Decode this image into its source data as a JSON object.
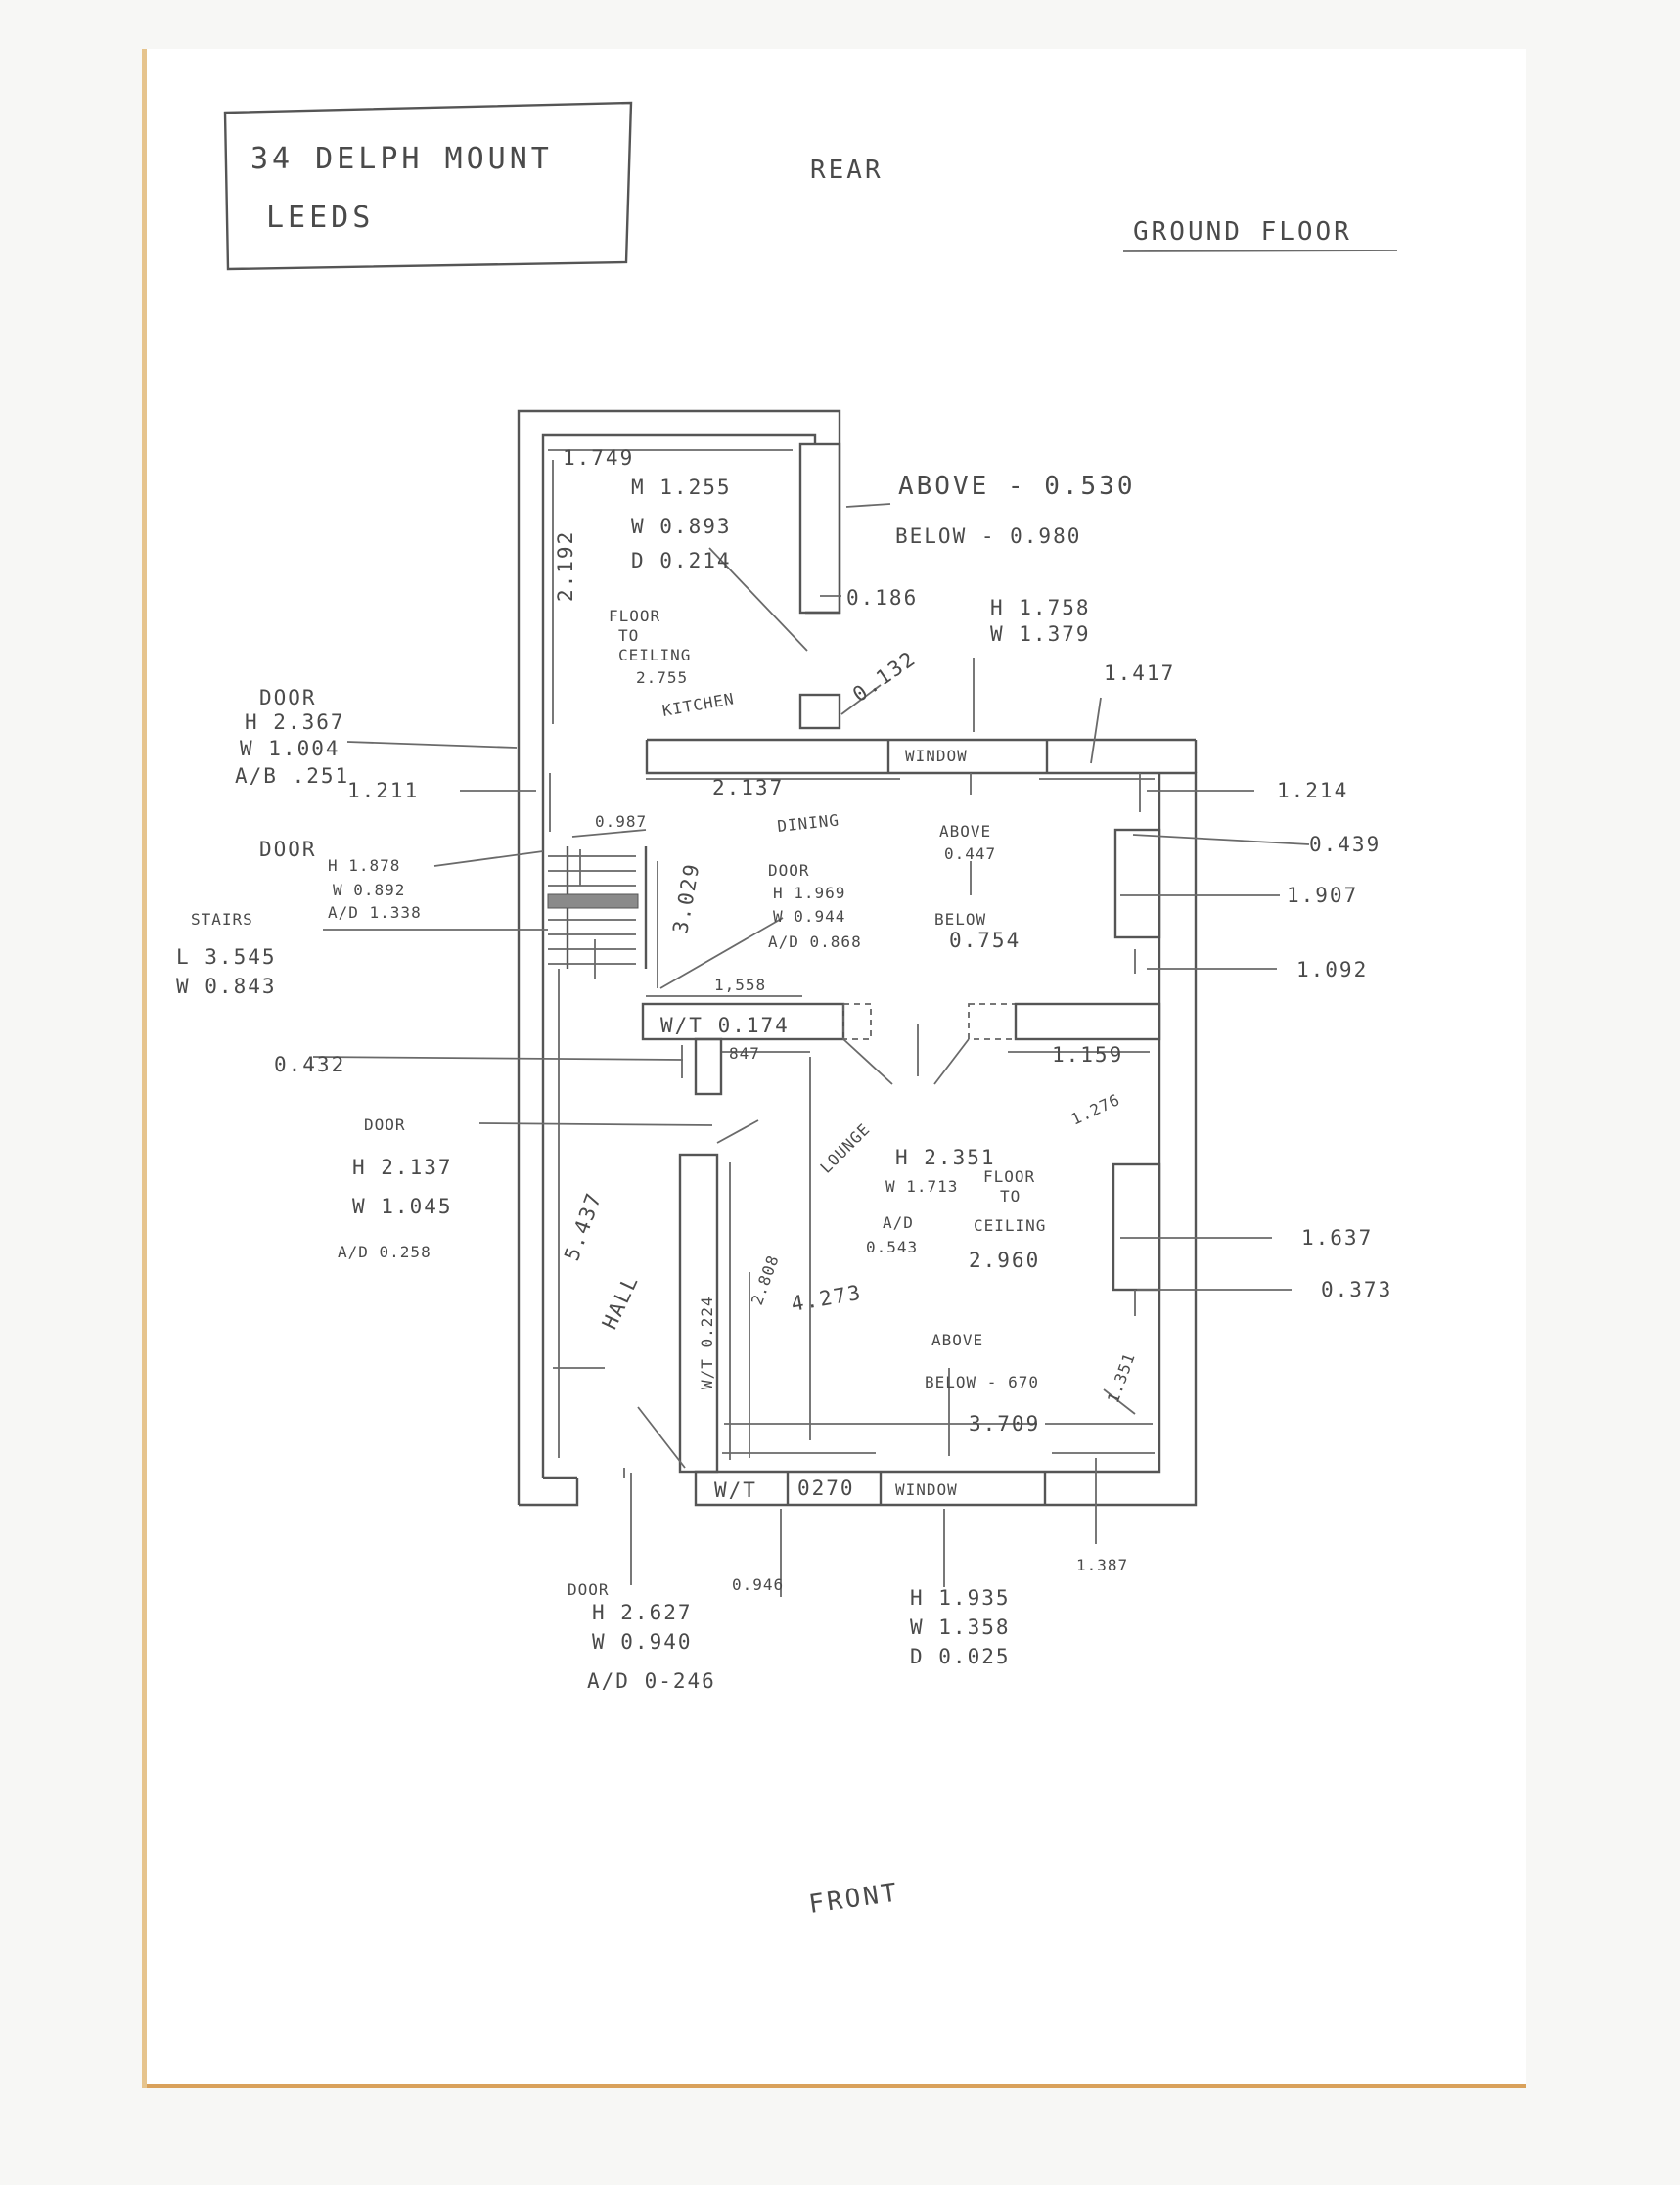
{
  "header": {
    "title_line1": "34 DELPH MOUNT",
    "title_line2": "LEEDS",
    "rear": "REAR",
    "floor": "GROUND FLOOR",
    "front": "FRONT"
  },
  "rooms": {
    "kitchen": "KITCHEN",
    "dining": "DINING",
    "lounge": "LOUNGE",
    "hall": "HALL"
  },
  "kitchen": {
    "width_top": "1.749",
    "height_left": "2.192",
    "window_h": "M 1.255",
    "window_w": "W 0.893",
    "window_d": "D 0.214",
    "above": "ABOVE - 0.530",
    "below": "BELOW - 0.980",
    "corner": "0.186",
    "ceiling_1": "FLOOR",
    "ceiling_2": "TO",
    "ceiling_3": "CEILING",
    "ceiling_4": "2.755",
    "pillar": "0.132"
  },
  "back_door": {
    "label": "DOOR",
    "h": "H 2.367",
    "w": "W 1.004",
    "ab": "A/B .251",
    "gap": "1.211"
  },
  "dining": {
    "window_h": "H 1.758",
    "window_w": "W 1.379",
    "right_top": "1.417",
    "window": "WINDOW",
    "width": "2.137",
    "above": "ABOVE",
    "above_val": "0.447",
    "below": "BELOW",
    "below_val": "0.754",
    "door_label": "DOOR",
    "door_h": "H 1.969",
    "door_w": "W 0.944",
    "door_ad": "A/D 0.868",
    "depth": "3.029",
    "stairs_gap": "0.987",
    "right_a": "1.214",
    "right_b": "0.439",
    "right_c": "1.907",
    "right_d": "1.092",
    "bottom_left": "1,558",
    "wt": "W/T 0.174",
    "bottom_right": "1.159"
  },
  "stairs_door": {
    "label": "DOOR",
    "h": "H 1.878",
    "w": "W 0.892",
    "ad": "A/D 1.338"
  },
  "stairs": {
    "label": "STAIRS",
    "l": "L 3.545",
    "w": "W 0.843"
  },
  "hall": {
    "gap": "0.432",
    "opening": "847",
    "door_label": "DOOR",
    "door_h": "H 2.137",
    "door_w": "W 1.045",
    "door_ad": "A/D 0.258",
    "length": "5.437"
  },
  "lounge": {
    "opening_h": "H 2.351",
    "opening_w": "W 1.713",
    "opening_ad": "A/D",
    "opening_ad_val": "0.543",
    "ceiling_1": "FLOOR",
    "ceiling_2": "TO",
    "ceiling_3": "CEILING",
    "ceiling_4": "2.960",
    "wt_left": "W/T 0.224",
    "left_depth": "2.808",
    "depth": "4.273",
    "right_top": "1.276",
    "right_a": "1.637",
    "right_b": "0.373",
    "above": "ABOVE",
    "below": "BELOW - 670",
    "width": "3.709",
    "corner": "1.351",
    "wt_front": "W/T",
    "wt_front_val": "0270",
    "window": "WINDOW"
  },
  "front_door": {
    "label": "DOOR",
    "h": "H 2.627",
    "w": "W 0.940",
    "ad": "A/D 0-246",
    "pier": "0.946"
  },
  "front_window": {
    "h": "H 1.935",
    "w": "W 1.358",
    "d": "D 0.025",
    "right": "1.387"
  }
}
